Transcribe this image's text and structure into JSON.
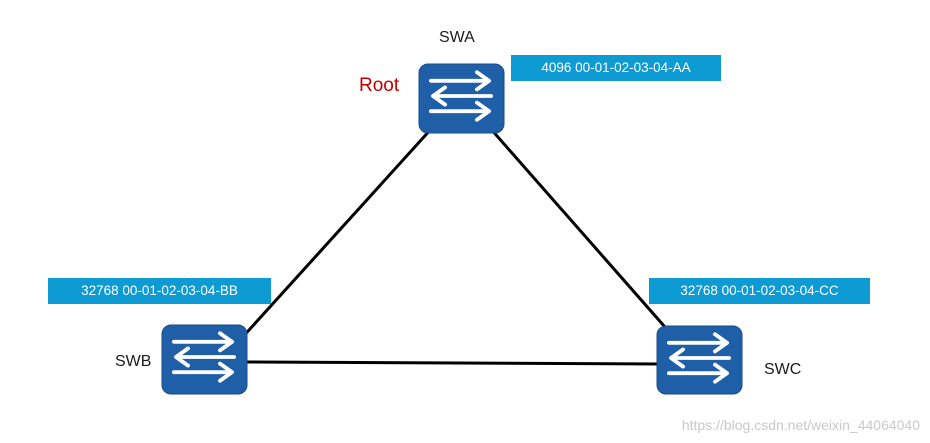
{
  "switches": {
    "swa": {
      "name": "SWA",
      "bridge_id": "4096 00-01-02-03-04-AA",
      "role": "Root"
    },
    "swb": {
      "name": "SWB",
      "bridge_id": "32768 00-01-02-03-04-BB"
    },
    "swc": {
      "name": "SWC",
      "bridge_id": "32768 00-01-02-03-04-CC"
    }
  },
  "links": [
    {
      "from": "SWA",
      "to": "SWB"
    },
    {
      "from": "SWA",
      "to": "SWC"
    },
    {
      "from": "SWB",
      "to": "SWC"
    }
  ],
  "watermark": "https://blog.csdn.net/weixin_44064040",
  "colors": {
    "switch_fill": "#1f5fa8",
    "id_box": "#0e9bd3",
    "root_label": "#c00000",
    "link": "#000000"
  },
  "icons": {
    "switch": "switch-icon"
  }
}
